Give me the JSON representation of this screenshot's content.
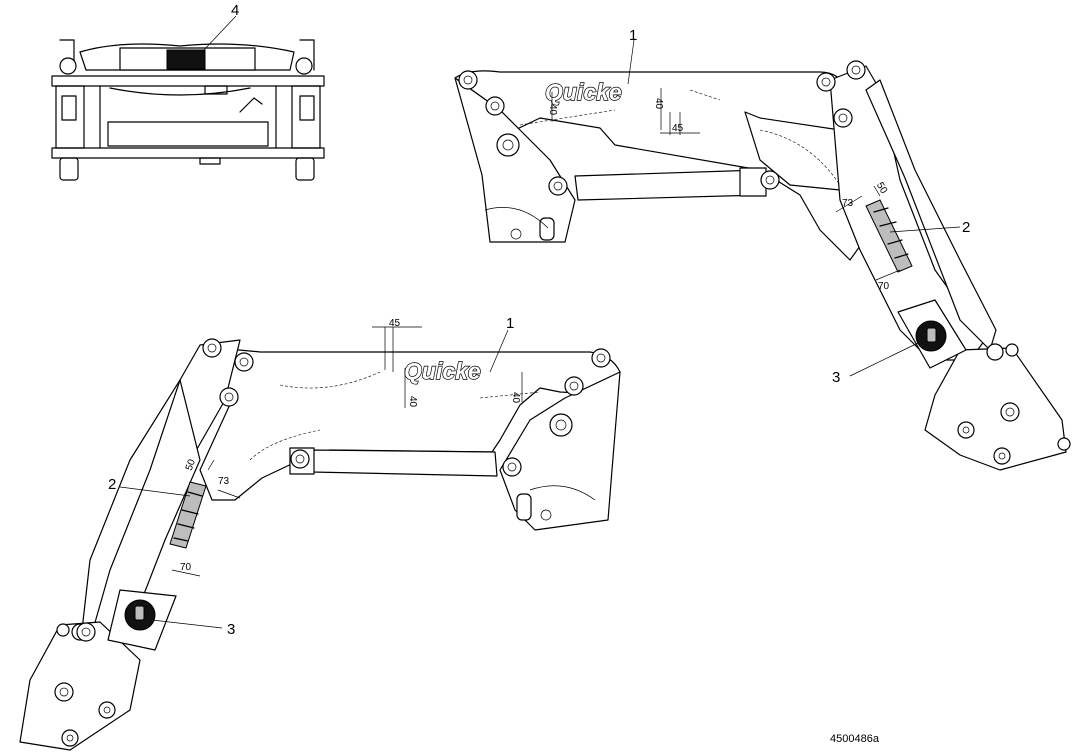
{
  "callouts": {
    "top_right_decal": "1",
    "top_right_stripe": "2",
    "top_right_gauge": "3",
    "front_plate": "4",
    "bottom_left_decal": "1",
    "bottom_left_stripe": "2",
    "bottom_left_gauge": "3"
  },
  "dimensions": {
    "upper_40_left": "40",
    "upper_40_right": "40",
    "upper_45": "45",
    "upper_50": "50",
    "upper_73": "73",
    "upper_70": "70",
    "lower_45": "45",
    "lower_40_left": "40",
    "lower_40_right": "40",
    "lower_50": "50",
    "lower_73": "73",
    "lower_70": "70"
  },
  "brand": {
    "name": "Quicke"
  },
  "document_ref": "4500486a"
}
